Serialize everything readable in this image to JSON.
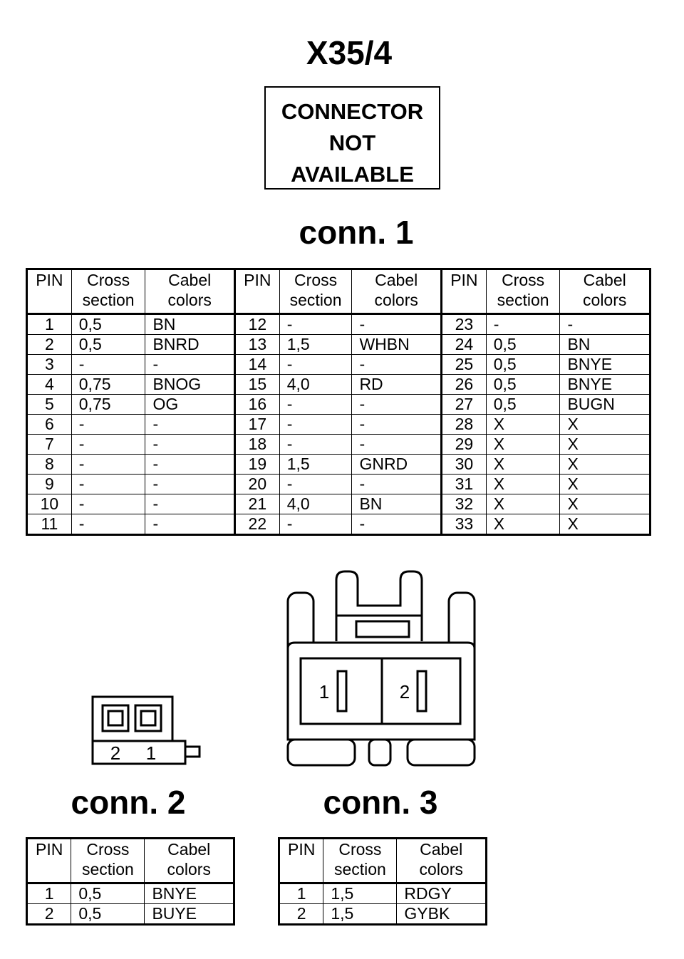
{
  "page_title": "X35/4",
  "not_available": [
    "CONNECTOR",
    "NOT",
    "AVAILABLE"
  ],
  "headers": {
    "pin": "PIN",
    "cross": [
      "Cross",
      "section"
    ],
    "colors": [
      "Cabel",
      "colors"
    ]
  },
  "conn1": {
    "title": "conn. 1",
    "rows": [
      [
        [
          "1",
          "0,5",
          "BN"
        ],
        [
          "12",
          "-",
          "-"
        ],
        [
          "23",
          "-",
          "-"
        ]
      ],
      [
        [
          "2",
          "0,5",
          "BNRD"
        ],
        [
          "13",
          "1,5",
          "WHBN"
        ],
        [
          "24",
          "0,5",
          "BN"
        ]
      ],
      [
        [
          "3",
          "-",
          "-"
        ],
        [
          "14",
          "-",
          "-"
        ],
        [
          "25",
          "0,5",
          "BNYE"
        ]
      ],
      [
        [
          "4",
          "0,75",
          "BNOG"
        ],
        [
          "15",
          "4,0",
          "RD"
        ],
        [
          "26",
          "0,5",
          "BNYE"
        ]
      ],
      [
        [
          "5",
          "0,75",
          "OG"
        ],
        [
          "16",
          "-",
          "-"
        ],
        [
          "27",
          "0,5",
          "BUGN"
        ]
      ],
      [
        [
          "6",
          "-",
          "-"
        ],
        [
          "17",
          "-",
          "-"
        ],
        [
          "28",
          "X",
          "X"
        ]
      ],
      [
        [
          "7",
          "-",
          "-"
        ],
        [
          "18",
          "-",
          "-"
        ],
        [
          "29",
          "X",
          "X"
        ]
      ],
      [
        [
          "8",
          "-",
          "-"
        ],
        [
          "19",
          "1,5",
          "GNRD"
        ],
        [
          "30",
          "X",
          "X"
        ]
      ],
      [
        [
          "9",
          "-",
          "-"
        ],
        [
          "20",
          "-",
          "-"
        ],
        [
          "31",
          "X",
          "X"
        ]
      ],
      [
        [
          "10",
          "-",
          "-"
        ],
        [
          "21",
          "4,0",
          "BN"
        ],
        [
          "32",
          "X",
          "X"
        ]
      ],
      [
        [
          "11",
          "-",
          "-"
        ],
        [
          "22",
          "-",
          "-"
        ],
        [
          "33",
          "X",
          "X"
        ]
      ]
    ]
  },
  "conn2": {
    "title": "conn. 2",
    "pin_labels": [
      "2",
      "1"
    ],
    "rows": [
      [
        "1",
        "0,5",
        "BNYE"
      ],
      [
        "2",
        "0,5",
        "BUYE"
      ]
    ]
  },
  "conn3": {
    "title": "conn. 3",
    "pin_labels": [
      "1",
      "2"
    ],
    "rows": [
      [
        "1",
        "1,5",
        "RDGY"
      ],
      [
        "2",
        "1,5",
        "GYBK"
      ]
    ]
  }
}
